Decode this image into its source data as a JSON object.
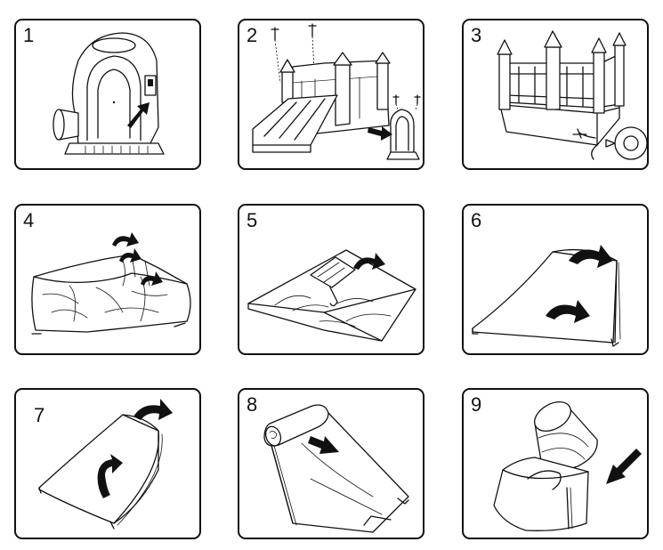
{
  "steps": [
    {
      "number": "1",
      "icons": [
        "blower-icon",
        "arrow-icon"
      ]
    },
    {
      "number": "2",
      "icons": [
        "bounce-house-slide-icon",
        "stake-icon",
        "blower-icon",
        "arrow-icon"
      ]
    },
    {
      "number": "3",
      "icons": [
        "inflated-bounce-house-icon",
        "blower-icon"
      ]
    },
    {
      "number": "4",
      "icons": [
        "deflated-bounce-house-icon",
        "arrow-icon"
      ]
    },
    {
      "number": "5",
      "icons": [
        "folding-bounce-house-icon",
        "arrow-icon"
      ]
    },
    {
      "number": "6",
      "icons": [
        "folded-bounce-house-icon",
        "arrow-icon"
      ]
    },
    {
      "number": "7",
      "icons": [
        "folded-bounce-house-icon",
        "curved-arrow-icon"
      ]
    },
    {
      "number": "8",
      "icons": [
        "rolling-bounce-house-icon",
        "arrow-icon"
      ]
    },
    {
      "number": "9",
      "icons": [
        "storage-bag-icon",
        "arrow-icon"
      ]
    }
  ]
}
